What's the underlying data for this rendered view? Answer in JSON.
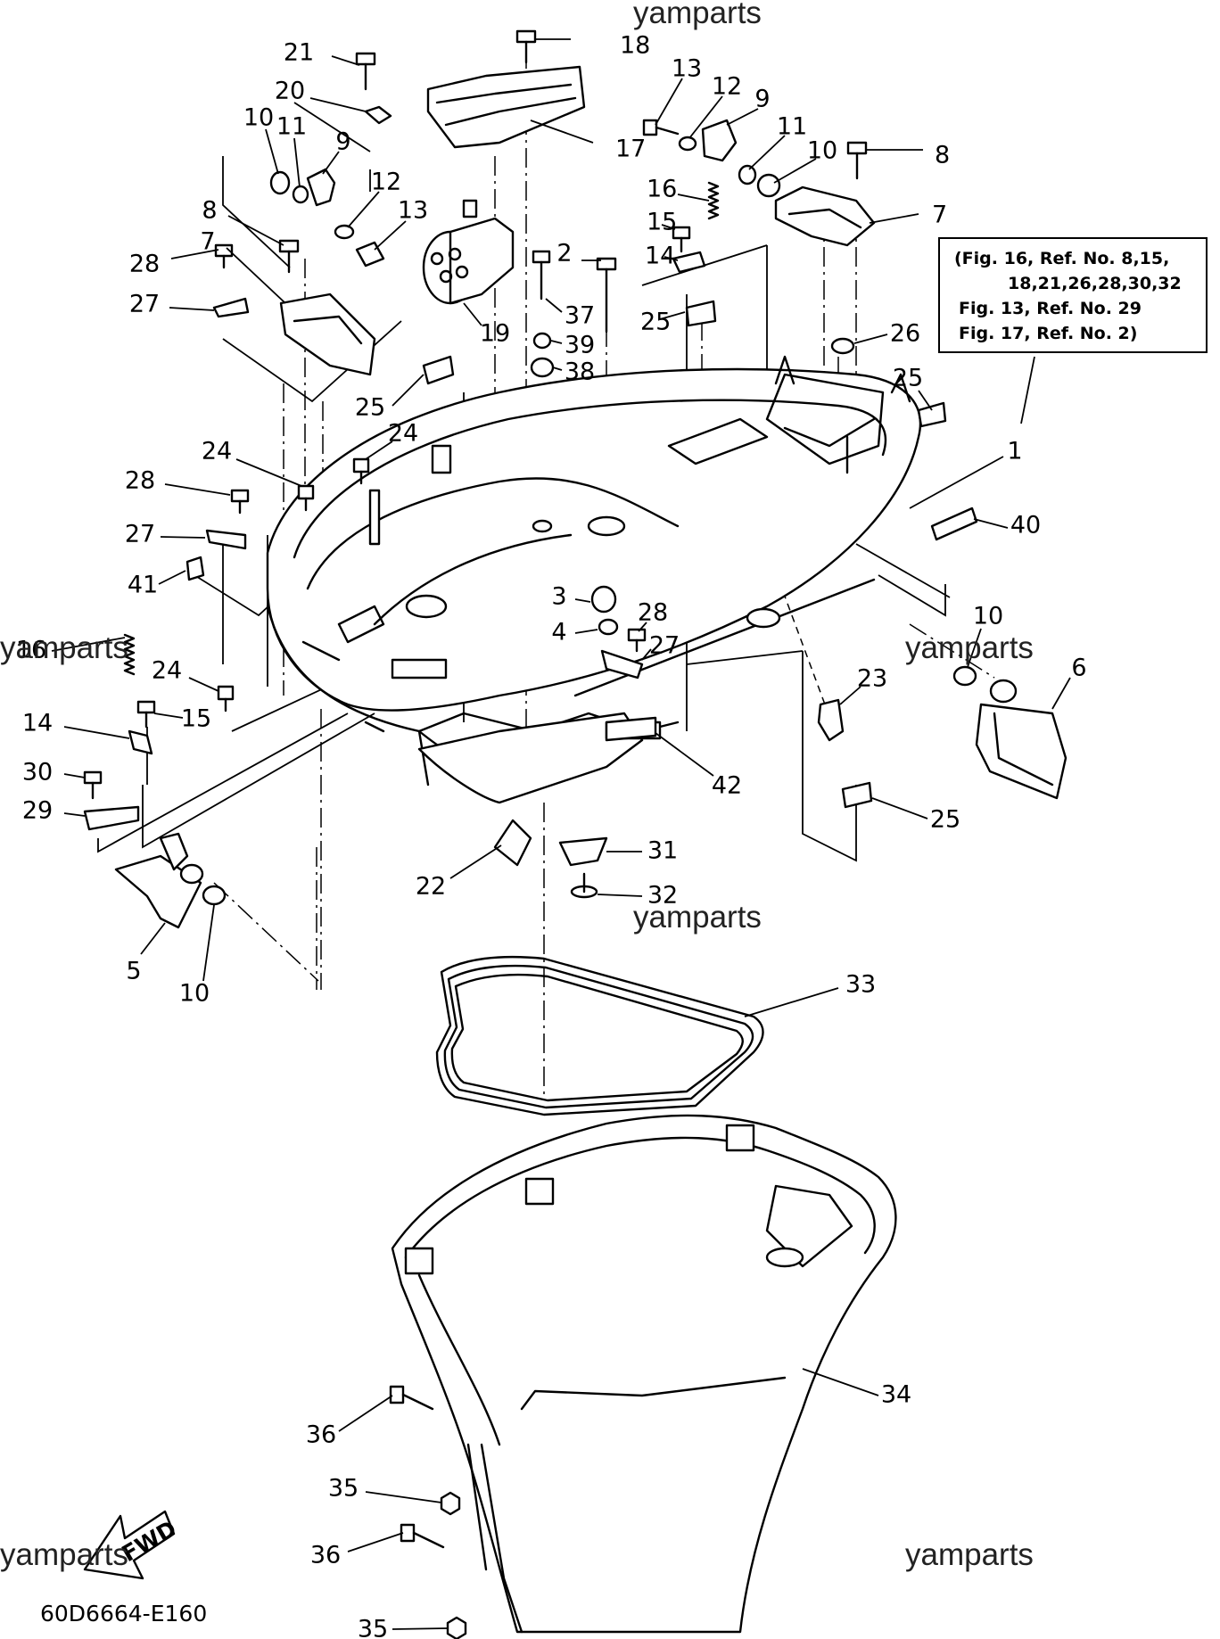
{
  "diagram": {
    "drawing_code": "60D6664-E160",
    "watermark": "yamparts",
    "fwd_label": "FWD",
    "note_lines": [
      "(Fig. 16, Ref. No. 8,15,",
      "18,21,26,28,30,32",
      "Fig. 13, Ref. No. 29",
      "Fig. 17, Ref. No. 2)"
    ],
    "callouts": [
      {
        "label": "21"
      },
      {
        "label": "18"
      },
      {
        "label": "13"
      },
      {
        "label": "12"
      },
      {
        "label": "9"
      },
      {
        "label": "20"
      },
      {
        "label": "10"
      },
      {
        "label": "11"
      },
      {
        "label": "9"
      },
      {
        "label": "17"
      },
      {
        "label": "11"
      },
      {
        "label": "10"
      },
      {
        "label": "8"
      },
      {
        "label": "12"
      },
      {
        "label": "13"
      },
      {
        "label": "16"
      },
      {
        "label": "8"
      },
      {
        "label": "15"
      },
      {
        "label": "7"
      },
      {
        "label": "7"
      },
      {
        "label": "28"
      },
      {
        "label": "2"
      },
      {
        "label": "14"
      },
      {
        "label": "27"
      },
      {
        "label": "37"
      },
      {
        "label": "19"
      },
      {
        "label": "25"
      },
      {
        "label": "39"
      },
      {
        "label": "26"
      },
      {
        "label": "38"
      },
      {
        "label": "25"
      },
      {
        "label": "25"
      },
      {
        "label": "24"
      },
      {
        "label": "1"
      },
      {
        "label": "24"
      },
      {
        "label": "28"
      },
      {
        "label": "40"
      },
      {
        "label": "27"
      },
      {
        "label": "41"
      },
      {
        "label": "3"
      },
      {
        "label": "10"
      },
      {
        "label": "28"
      },
      {
        "label": "4"
      },
      {
        "label": "16"
      },
      {
        "label": "27"
      },
      {
        "label": "6"
      },
      {
        "label": "24"
      },
      {
        "label": "23"
      },
      {
        "label": "14"
      },
      {
        "label": "15"
      },
      {
        "label": "42"
      },
      {
        "label": "30"
      },
      {
        "label": "25"
      },
      {
        "label": "29"
      },
      {
        "label": "31"
      },
      {
        "label": "22"
      },
      {
        "label": "32"
      },
      {
        "label": "5"
      },
      {
        "label": "10"
      },
      {
        "label": "33"
      },
      {
        "label": "34"
      },
      {
        "label": "36"
      },
      {
        "label": "35"
      },
      {
        "label": "36"
      },
      {
        "label": "35"
      }
    ]
  }
}
